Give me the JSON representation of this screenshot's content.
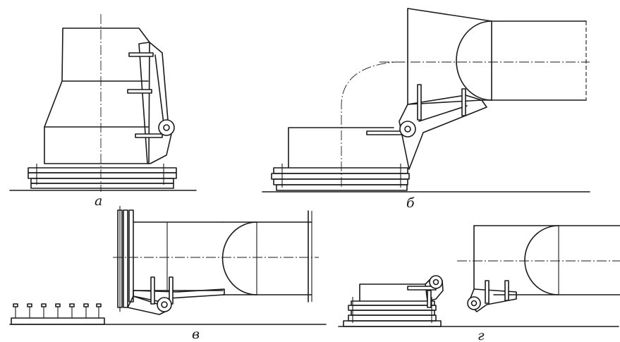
{
  "figure": {
    "labels": {
      "a": "а",
      "b": "б",
      "v": "в",
      "g": "г"
    }
  }
}
